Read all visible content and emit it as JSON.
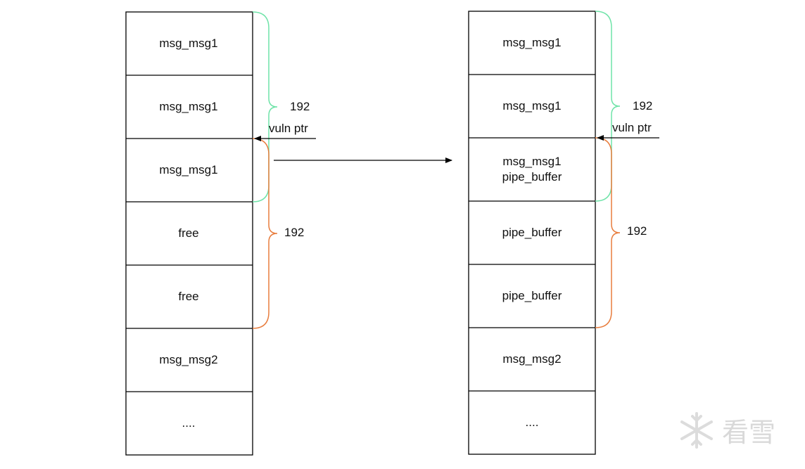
{
  "colors": {
    "cell_stroke": "#000000",
    "brace_green": "#6fe3a8",
    "brace_orange": "#e87d3e",
    "arrow": "#000000",
    "watermark": "#d9d9d9"
  },
  "left_stack": {
    "cells": [
      {
        "lines": [
          "msg_msg1"
        ]
      },
      {
        "lines": [
          "msg_msg1"
        ]
      },
      {
        "lines": [
          "msg_msg1"
        ]
      },
      {
        "lines": [
          "free"
        ]
      },
      {
        "lines": [
          "free"
        ]
      },
      {
        "lines": [
          "msg_msg2"
        ]
      },
      {
        "lines": [
          "...."
        ]
      }
    ],
    "green_brace_label": "192",
    "orange_brace_label": "192",
    "pointer_label": "vuln ptr"
  },
  "right_stack": {
    "cells": [
      {
        "lines": [
          "msg_msg1"
        ]
      },
      {
        "lines": [
          "msg_msg1"
        ]
      },
      {
        "lines": [
          "msg_msg1",
          "pipe_buffer"
        ]
      },
      {
        "lines": [
          "pipe_buffer"
        ]
      },
      {
        "lines": [
          "pipe_buffer"
        ]
      },
      {
        "lines": [
          "msg_msg2"
        ]
      },
      {
        "lines": [
          "...."
        ]
      }
    ],
    "green_brace_label": "192",
    "orange_brace_label": "192",
    "pointer_label": "vuln ptr"
  },
  "watermark": {
    "icon": "snowflake-icon",
    "text": "看雪"
  }
}
